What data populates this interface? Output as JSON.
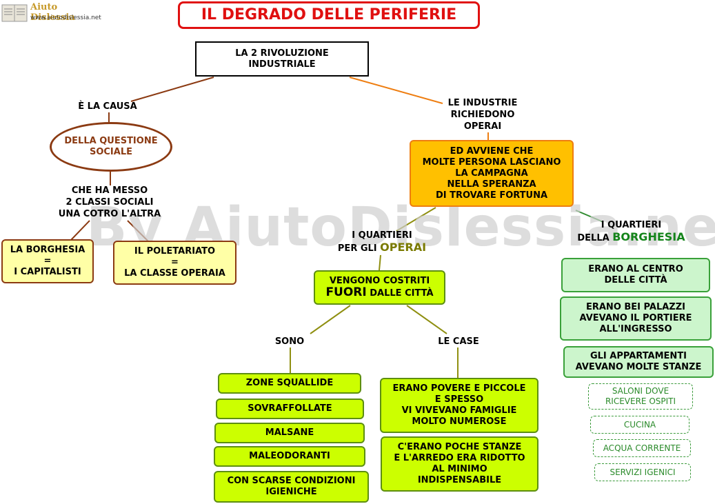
{
  "logo": {
    "brand": "Aiuto Dislessia",
    "url": "www.aiutodislessia.net"
  },
  "title": "IL DEGRADO DELLE PERIFERIE",
  "watermark": "By AiutoDislessia.net",
  "root": [
    "LA 2 RIVOLUZIONE",
    "INDUSTRIALE"
  ],
  "left": {
    "label_causa": "È LA CAUSA",
    "oval": [
      "DELLA QUESTIONE",
      "SOCIALE"
    ],
    "label_messo": [
      "CHE HA MESSO",
      "2 CLASSI SOCIALI",
      "UNA COTRO L'ALTRA"
    ],
    "borghesia": [
      "LA BORGHESIA",
      "=",
      "I CAPITALISTI"
    ],
    "proletariato": [
      "IL POLETARIATO",
      "=",
      "LA CLASSE OPERAIA"
    ]
  },
  "right": {
    "label_industrie": [
      "LE INDUSTRIE",
      "RICHIEDONO",
      "OPERAI"
    ],
    "orange": [
      "ED AVVIENE CHE",
      "MOLTE PERSONA LASCIANO",
      "LA CAMPAGNA",
      "NELLA SPERANZA",
      "DI TROVARE FORTUNA"
    ]
  },
  "operai": {
    "label_line1": "I QUARTIERI",
    "label_line2_pre": "PER GLI ",
    "label_line2_em": "OPERAI",
    "main_line1": "VENGONO COSTRITI",
    "main_line2_em": "FUORI",
    "main_line2_post": " DALLE CITTÀ",
    "label_sono": "SONO",
    "label_case": "LE CASE",
    "sono_items": [
      "ZONE SQUALLIDE",
      "SOVRAFFOLLATE",
      "MALSANE",
      "MALEODORANTI",
      "CON SCARSE CONDIZIONI IGIENICHE"
    ],
    "case_1": [
      "ERANO POVERE E PICCOLE",
      "E SPESSO",
      "VI VIVEVANO FAMIGLIE",
      "MOLTO NUMEROSE"
    ],
    "case_2": [
      "C'ERANO POCHE STANZE",
      "E L'ARREDO ERA RIDOTTO",
      "AL MINIMO",
      "INDISPENSABILE"
    ]
  },
  "borghesia": {
    "label_line1": "I QUARTIERI",
    "label_line2_pre": "DELLA ",
    "label_line2_em": "BORGHESIA",
    "items": [
      [
        "ERANO AL CENTRO",
        "DELLE CITTÀ"
      ],
      [
        "ERANO BEI PALAZZI",
        "AVEVANO IL PORTIERE",
        "ALL'INGRESSO"
      ],
      [
        "GLI APPARTAMENTI",
        "AVEVANO MOLTE STANZE"
      ]
    ],
    "rooms": [
      [
        "SALONI DOVE",
        "RICEVERE OSPITI"
      ],
      [
        "CUCINA"
      ],
      [
        "ACQUA CORRENTE"
      ],
      [
        "SERVIZI IGENICI"
      ]
    ]
  },
  "colors": {
    "title": "#e01010",
    "brown": "#8b3a12",
    "orange": "#ee7d10",
    "olive": "#8f8f10",
    "operai_text": "#7a7a00",
    "borghesia_text": "#14841a",
    "green_line": "#2e8b2e"
  }
}
